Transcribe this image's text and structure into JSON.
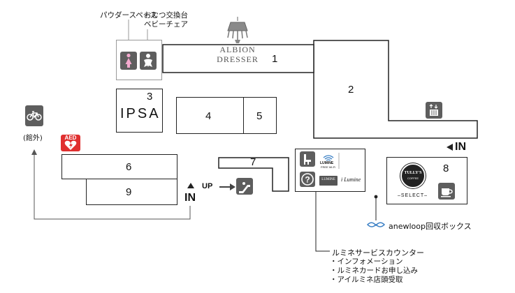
{
  "labels": {
    "powder_space": "パウダースペース",
    "diaper_line1": "おむつ交換台",
    "diaper_line2": "ベビーチェア",
    "bike_caption": "(館外)",
    "aed": "AED",
    "up": "UP",
    "in_bottom": "IN",
    "in_right": "IN",
    "anewloop": "anewloop回収ボックス",
    "service_title": "ルミネサービスカウンター",
    "service_items": [
      "・インフォメーション",
      "・ルミネカードお申し込み",
      "・アイルミネ店頭受取"
    ]
  },
  "stores": {
    "s1": "1",
    "s2": "2",
    "s3": "3",
    "s4": "4",
    "s5": "5",
    "s6": "6",
    "s7": "7",
    "s8": "8",
    "s9": "9"
  },
  "logos": {
    "albion_line1": "ALBION",
    "albion_line2": "DRESSER",
    "ipsa": "IPSA",
    "tullys_top": "TULLY'S",
    "tullys_bottom": "COFFEE",
    "tullys_select": "–SELECT–",
    "lumine_free": "LUMINE",
    "free_wifi": "FREE Wi-Fi",
    "lumine_card": "LUMINE",
    "i_lumine": "i Lumine"
  },
  "colors": {
    "icon_gray": "#5e5e5e",
    "aed_red": "#e03030",
    "anewloop_blue": "#3a7fc4",
    "line": "#222222"
  }
}
